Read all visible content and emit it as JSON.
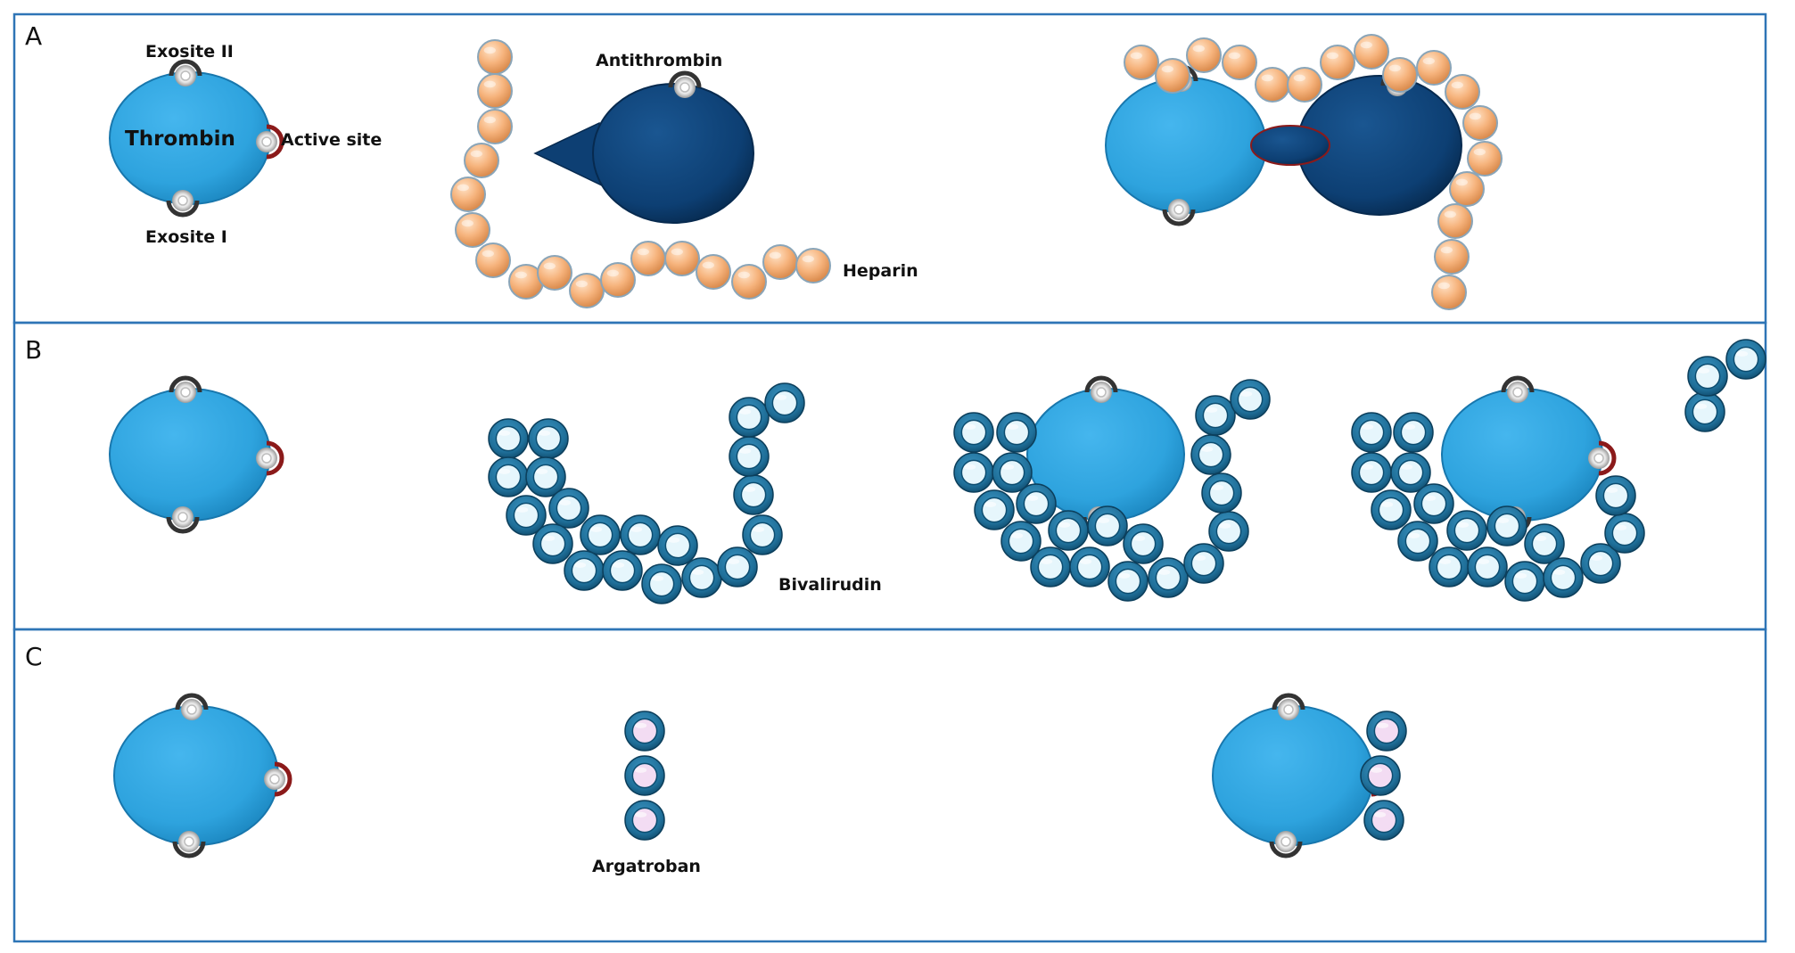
{
  "panels": [
    {
      "id": "A",
      "letter": "A"
    },
    {
      "id": "B",
      "letter": "B"
    },
    {
      "id": "C",
      "letter": "C"
    }
  ],
  "labels": {
    "exosite2": "Exosite II",
    "exosite1": "Exosite I",
    "thrombin": "Thrombin",
    "active_site": "Active site",
    "antithrombin": "Antithrombin",
    "heparin": "Heparin",
    "bivalirudin": "Bivalirudin",
    "argatroban": "Argatroban"
  },
  "colors": {
    "panel_border": "#2e75b6",
    "thrombin": "#2ea3de",
    "antithrombin": "#0d3f73",
    "heparin_bead": "#f5b27a",
    "bivalirudin_ring": "#1f6f99",
    "bivalirudin_core": "#e6f6fc",
    "argatroban_core": "#f3dcf3",
    "active_site_rim": "#8b1a1a"
  }
}
